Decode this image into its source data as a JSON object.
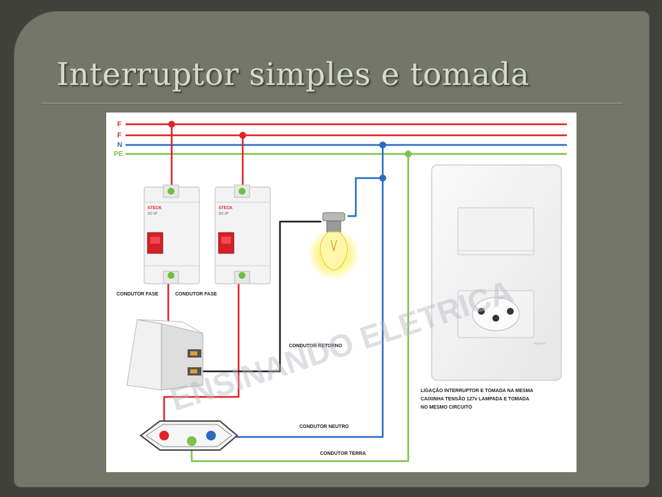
{
  "slide": {
    "title": "Interruptor simples e tomada"
  },
  "diagram": {
    "bus_labels": {
      "phase1": "F",
      "phase2": "F",
      "neutral": "N",
      "earth": "PE"
    },
    "breaker_brand": "STECK",
    "breaker_rating": "SD 1P",
    "labels": {
      "conductor_phase_1": "CONDUTOR FASE",
      "conductor_phase_2": "CONDUTOR FASE",
      "conductor_return": "CONDUTOR RETORNO",
      "conductor_neutral": "CONDUTOR NEUTRO",
      "conductor_earth": "CONDUTOR TERRA",
      "description_line1": "LIGAÇÃO  INTERRUPTOR E TOMADA  NA MESMA",
      "description_line2": "CAIXINHA TENSÃO 127v LAMPADA  E TOMADA",
      "description_line3": "NO MESMO CIRCUITO"
    },
    "watermark": "ENSINANDO ELETRICA",
    "plate_brand": "legrand",
    "colors": {
      "phase": "#e32228",
      "neutral": "#2a6bc2",
      "earth": "#7dc24b",
      "return": "#222222"
    }
  }
}
